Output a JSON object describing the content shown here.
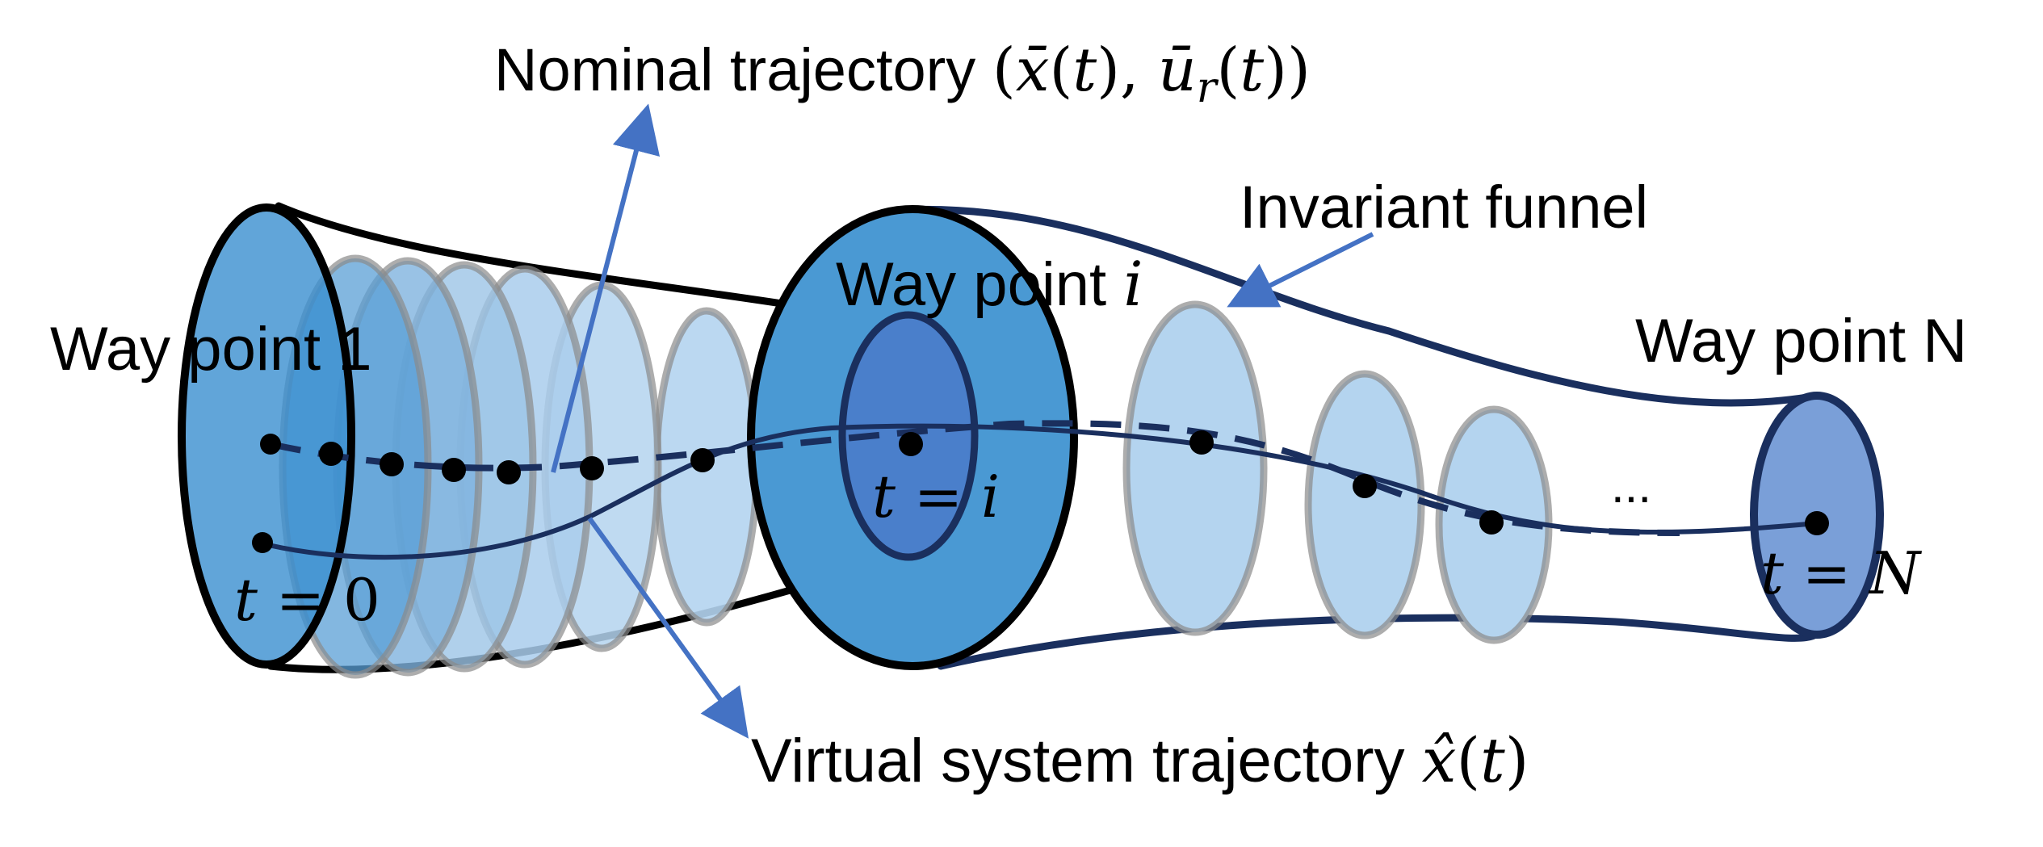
{
  "labels": {
    "nominal": "Nominal trajectory (x̄(t), ūr(t))",
    "nominal_text": "Nominal trajectory ",
    "funnel": "Invariant funnel",
    "waypoint_1": "Way point 1",
    "waypoint_i_text": "Way point ",
    "waypoint_i_var": "i",
    "waypoint_n": "Way point N",
    "virtual": "Virtual system trajectory x̂(t)",
    "virtual_text": "Virtual system trajectory ",
    "t0_var": "t",
    "t0_rest": " = 0",
    "ti_var": "t",
    "ti_eq": " = ",
    "ti_i": "i",
    "tn_var": "t",
    "tn_eq": " = ",
    "tn_n": "N",
    "ellipsis": "..."
  },
  "colors": {
    "outline_black": "#000000",
    "outline_navy": "#1a2f5e",
    "disk_dark": "#3a8fd0",
    "disk_mid": "#5a9bd5",
    "disk_light": "#b4d4ef",
    "inner_disk": "#4a7fcb",
    "end_disk": "#7a9fd8",
    "arrow_blue": "#4472c4"
  }
}
